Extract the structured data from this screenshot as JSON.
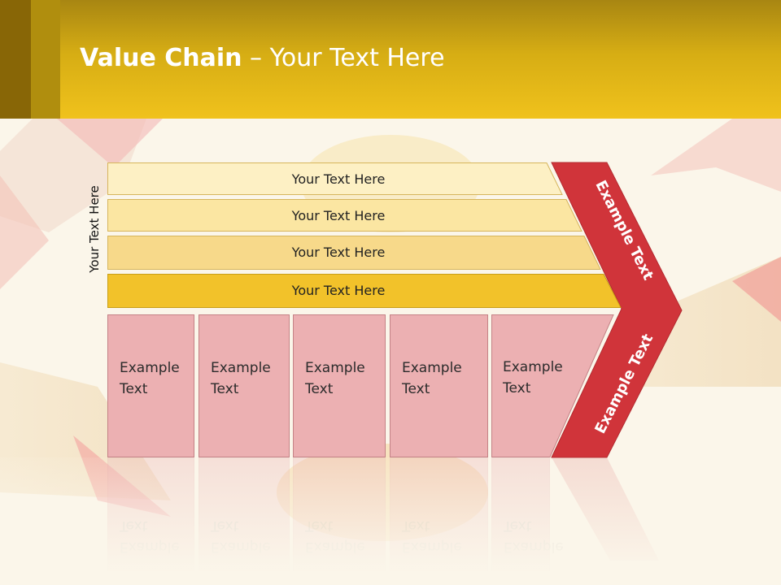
{
  "title": {
    "bold": "Value Chain",
    "rest": " – Your Text Here"
  },
  "side_label": "Your Text Here",
  "rows": [
    {
      "label": "Your Text Here"
    },
    {
      "label": "Your Text Here"
    },
    {
      "label": "Your Text Here"
    },
    {
      "label": "Your Text Here"
    }
  ],
  "boxes": [
    {
      "line1": "Example",
      "line2": "Text"
    },
    {
      "line1": "Example",
      "line2": "Text"
    },
    {
      "line1": "Example",
      "line2": "Text"
    },
    {
      "line1": "Example",
      "line2": "Text"
    },
    {
      "line1": "Example",
      "line2": "Text"
    }
  ],
  "chevron": {
    "upper": "Example Text",
    "lower": "Example Text"
  },
  "colors": {
    "header": "#f0c21c",
    "row_light": "#fdf0c4",
    "row_mid": "#fbe6a2",
    "row_gold": "#f7d264",
    "row_dark": "#f2c22a",
    "box": "#ecb0b2",
    "chevron": "#d0343a"
  }
}
